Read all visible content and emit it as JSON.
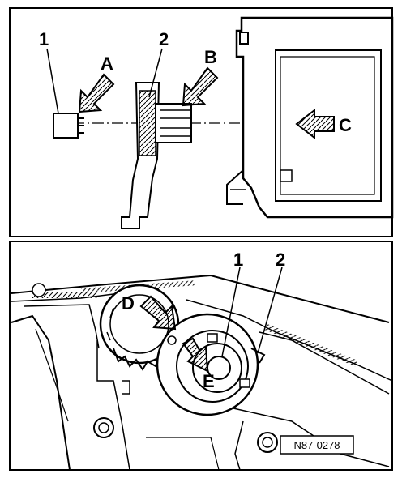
{
  "top_panel": {
    "callouts": [
      "1",
      "2"
    ],
    "arrows": [
      "A",
      "B",
      "C"
    ]
  },
  "bottom_panel": {
    "callouts": [
      "1",
      "2"
    ],
    "arrows": [
      "D",
      "E"
    ],
    "reference_code": "N87-0278"
  }
}
